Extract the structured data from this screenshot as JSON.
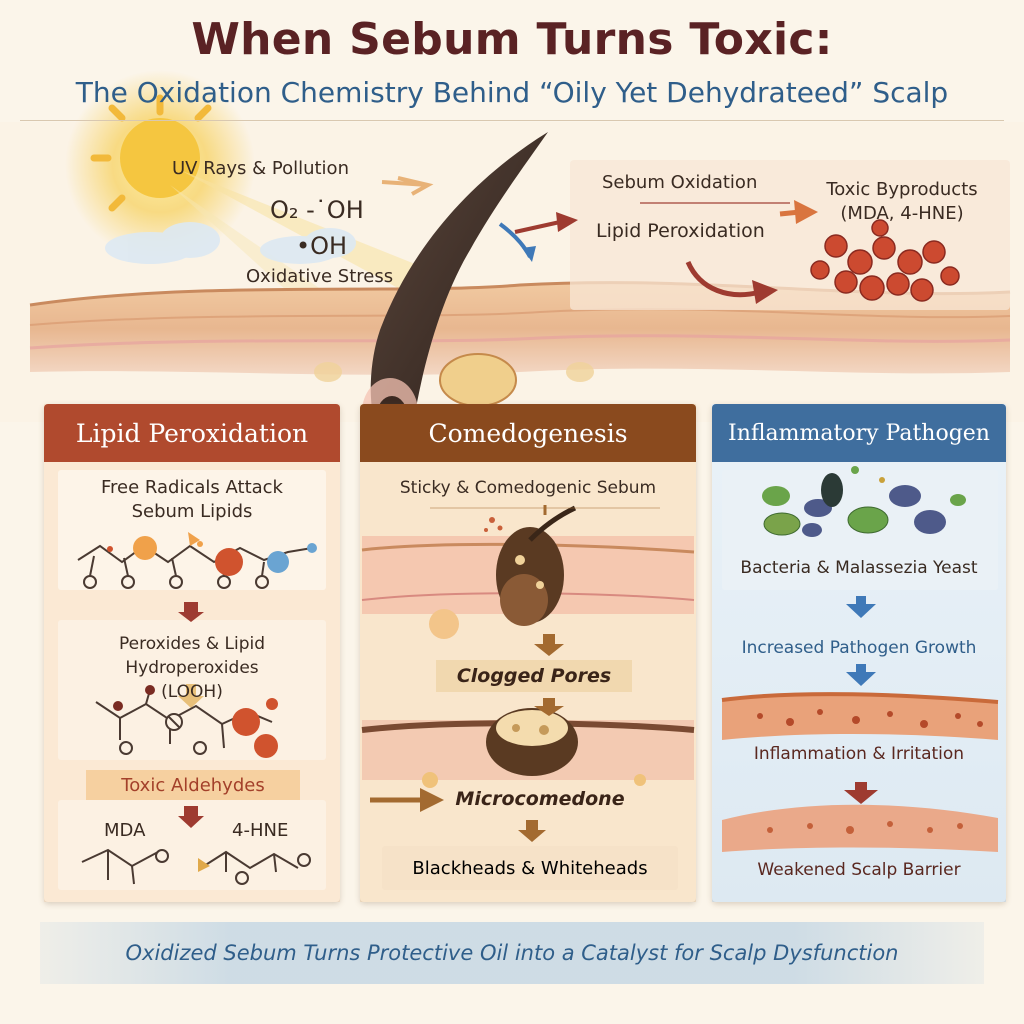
{
  "header": {
    "title": "When Sebum Turns Toxic:",
    "subtitle": "The Oxidation Chemistry Behind “Oily Yet Dehydrateed” Scalp"
  },
  "top_scene": {
    "uv_label": "UV Rays & Pollution",
    "formula_1": "O₂ -˙OH",
    "formula_2": "•OH",
    "stress_label": "Oxidative Stress",
    "sebum_oxidation": "Sebum Oxidation",
    "lipid_peroxidation": "Lipid Peroxidation",
    "toxic_byproducts_1": "Toxic Byproducts",
    "toxic_byproducts_2": "(MDA, 4-HNE)"
  },
  "panels": {
    "lipid": {
      "title": "Lipid Peroxidation",
      "step1_line1": "Free Radicals Attack",
      "step1_line2": "Sebum Lipids",
      "step2_line1": "Peroxides & Lipid Hydroperoxides",
      "step2_line2": "(LOOH)",
      "step3": "Toxic Aldehydes",
      "mda": "MDA",
      "hne": "4-HNE"
    },
    "comedo": {
      "title": "Comedogenesis",
      "step1": "Sticky & Comedogenic Sebum",
      "step2": "Clogged Pores",
      "step3": "Microcomedone",
      "step4": "Blackheads & Whiteheads"
    },
    "inflam": {
      "title": "Inflammatory Pathogen",
      "step1": "Bacteria & Malassezia Yeast",
      "step2": "Increased Pathogen Growth",
      "step3": "Inflammation & Irritation",
      "step4": "Weakened Scalp Barrier"
    }
  },
  "footer": {
    "text": "Oxidized Sebum Turns Protective Oil into a Catalyst for Scalp Dysfunction"
  },
  "colors": {
    "title": "#5a2224",
    "subtitle": "#2f5e8a",
    "lipid_header": "#b04a2e",
    "comedo_header": "#8a4a1e",
    "inflam_header": "#3f6e9e",
    "arrow_red": "#9e3b30",
    "arrow_blue": "#3f79b8"
  }
}
